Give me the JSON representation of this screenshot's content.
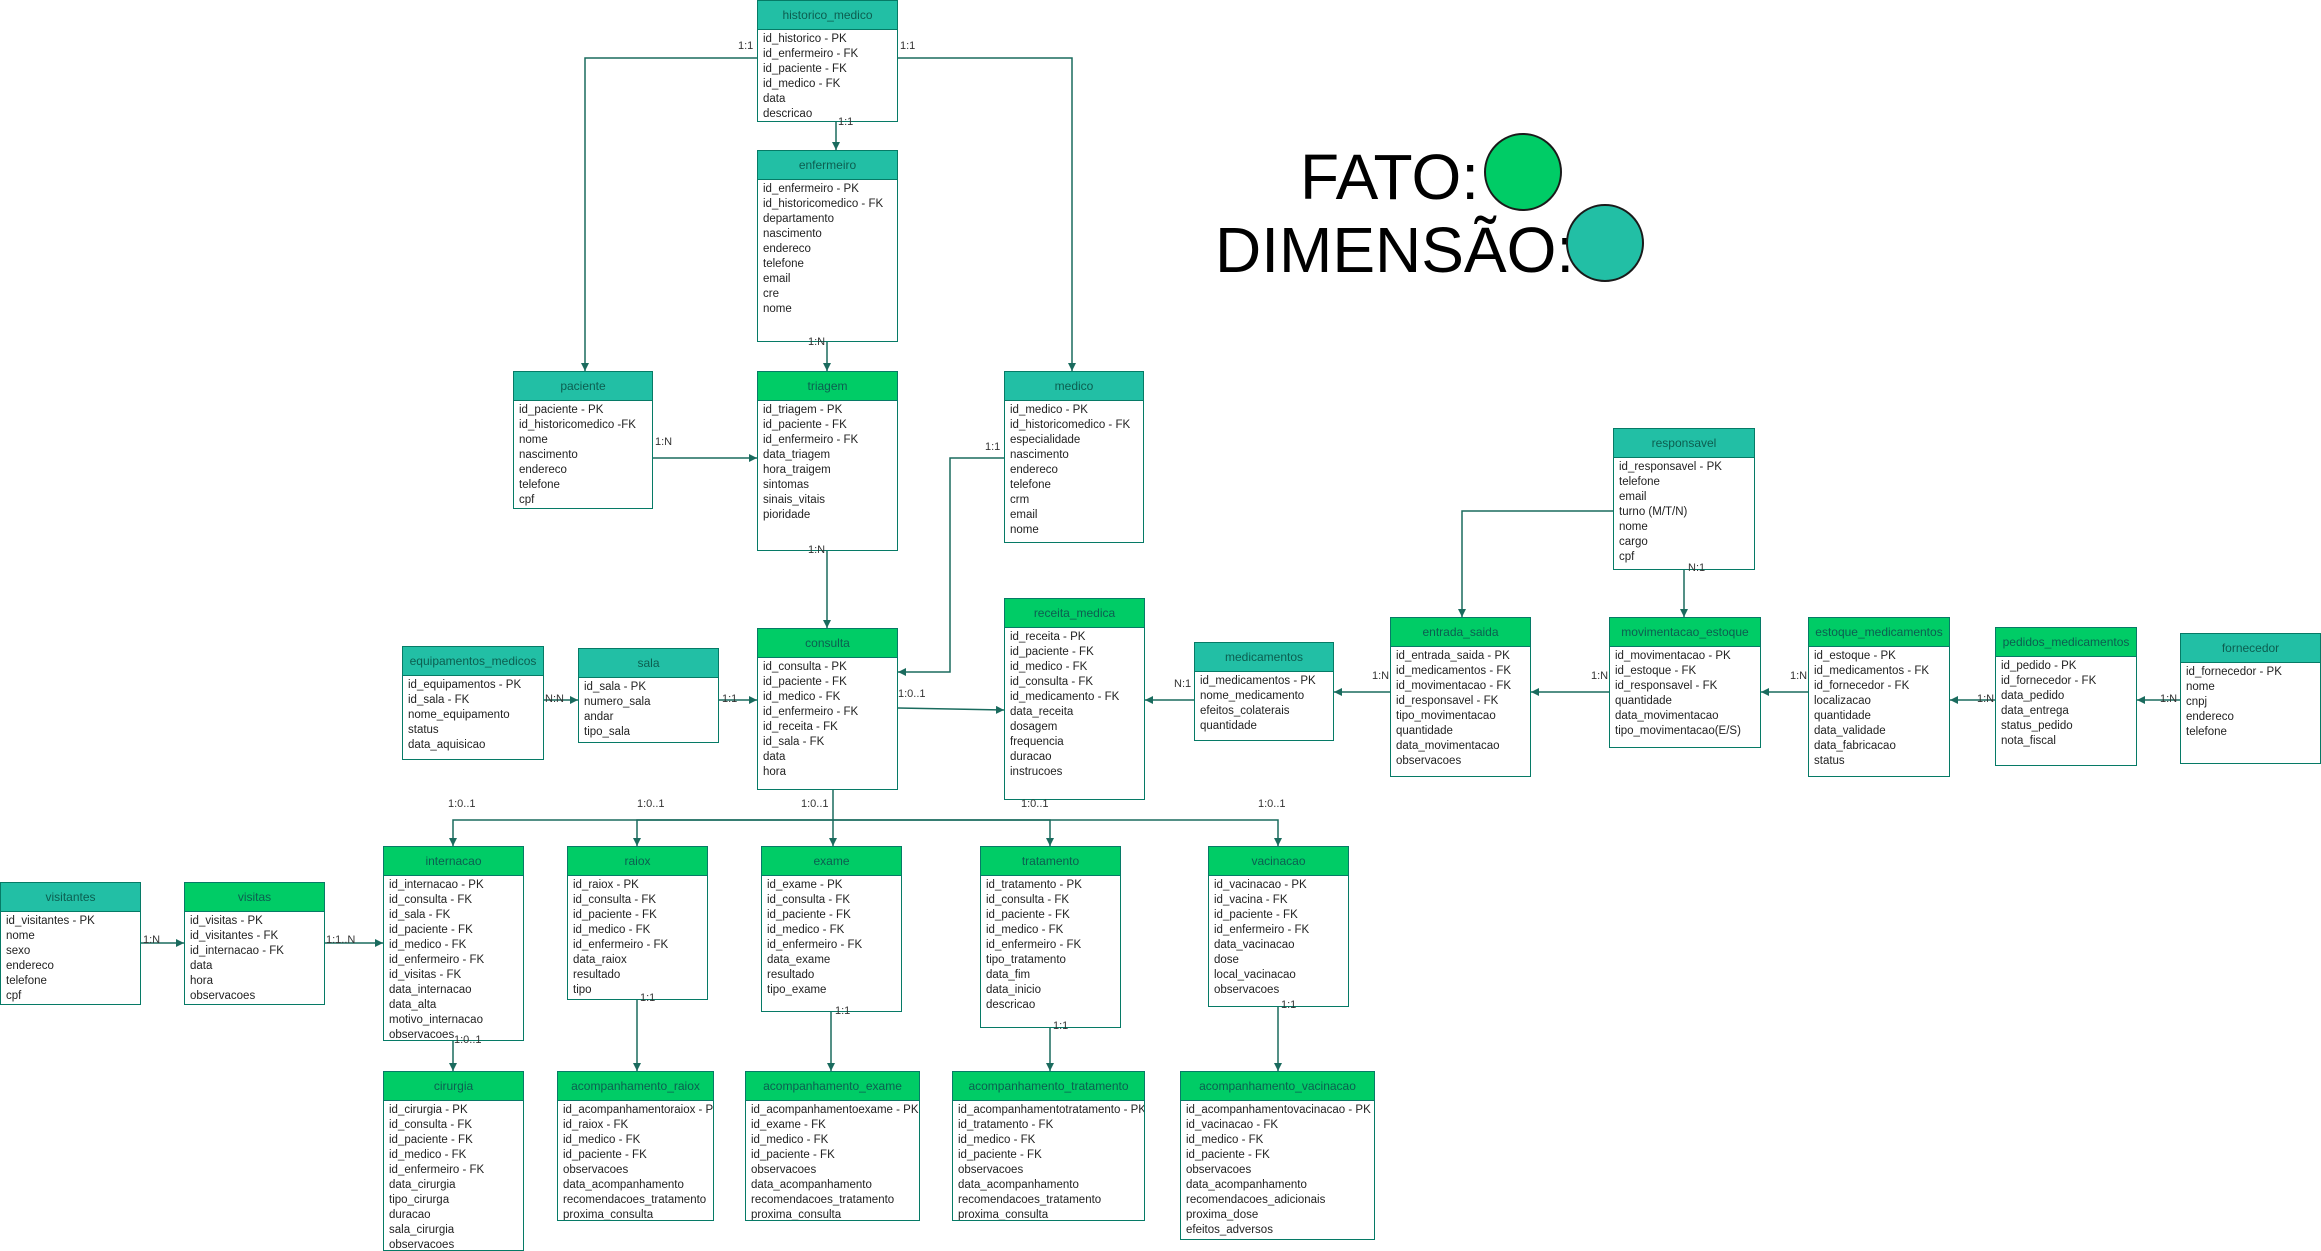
{
  "legend": {
    "fato_label": "FATO:",
    "dimensao_label": "DIMENSÃO:",
    "fato_color": "#00cc66",
    "dimensao_color": "#22bfa5"
  },
  "entities": [
    {
      "key": "historico_medico",
      "kind": "dim",
      "title": "historico_medico",
      "fields": [
        "id_historico - PK",
        "id_enfermeiro - FK",
        "id_paciente - FK",
        "id_medico - FK",
        "data",
        "descricao"
      ]
    },
    {
      "key": "enfermeiro",
      "kind": "dim",
      "title": "enfermeiro",
      "fields": [
        "id_enfermeiro - PK",
        "id_historicomedico - FK",
        "departamento",
        "nascimento",
        "endereco",
        "telefone",
        "email",
        "cre",
        "nome"
      ]
    },
    {
      "key": "paciente",
      "kind": "dim",
      "title": "paciente",
      "fields": [
        "id_paciente - PK",
        "id_historicomedico -FK",
        "nome",
        "nascimento",
        "endereco",
        "telefone",
        "cpf"
      ]
    },
    {
      "key": "triagem",
      "kind": "fato",
      "title": "triagem",
      "fields": [
        "id_triagem - PK",
        "id_paciente - FK",
        "id_enfermeiro - FK",
        "data_triagem",
        "hora_traigem",
        "sintomas",
        "sinais_vitais",
        "pioridade"
      ]
    },
    {
      "key": "medico",
      "kind": "dim",
      "title": "medico",
      "fields": [
        "id_medico - PK",
        "id_historicomedico - FK",
        "especialidade",
        "nascimento",
        "endereco",
        "telefone",
        "crm",
        "email",
        "nome"
      ]
    },
    {
      "key": "responsavel",
      "kind": "dim",
      "title": "responsavel",
      "fields": [
        "id_responsavel - PK",
        "telefone",
        "email",
        "turno (M/T/N)",
        "nome",
        "cargo",
        "cpf"
      ]
    },
    {
      "key": "equipamentos_medicos",
      "kind": "dim",
      "title": "equipamentos_medicos",
      "fields": [
        "id_equipamentos - PK",
        "id_sala - FK",
        "nome_equipamento",
        "status",
        "data_aquisicao"
      ]
    },
    {
      "key": "sala",
      "kind": "dim",
      "title": "sala",
      "fields": [
        "id_sala - PK",
        "numero_sala",
        "andar",
        "tipo_sala"
      ]
    },
    {
      "key": "consulta",
      "kind": "fato",
      "title": "consulta",
      "fields": [
        "id_consulta - PK",
        "id_paciente - FK",
        "id_medico - FK",
        "id_enfermeiro - FK",
        "id_receita - FK",
        "id_sala - FK",
        "data",
        "hora"
      ]
    },
    {
      "key": "receita_medica",
      "kind": "fato",
      "title": "receita_medica",
      "fields": [
        "id_receita - PK",
        "id_paciente - FK",
        "id_medico - FK",
        "id_consulta - FK",
        "id_medicamento - FK",
        "data_receita",
        "dosagem",
        "frequencia",
        "duracao",
        "instrucoes"
      ]
    },
    {
      "key": "medicamentos",
      "kind": "dim",
      "title": "medicamentos",
      "fields": [
        "id_medicamentos - PK",
        "nome_medicamento",
        "efeitos_colaterais",
        "quantidade"
      ]
    },
    {
      "key": "entrada_saida",
      "kind": "fato",
      "title": "entrada_saida",
      "fields": [
        "id_entrada_saida - PK",
        "id_medicamentos - FK",
        "id_movimentacao - FK",
        "id_responsavel - FK",
        "tipo_movimentacao",
        "quantidade",
        "data_movimentacao",
        "observacoes"
      ]
    },
    {
      "key": "movimentacao_estoque",
      "kind": "fato",
      "title": "movimentacao_estoque",
      "fields": [
        "id_movimentacao - PK",
        "id_estoque - FK",
        "id_responsavel - FK",
        "quantidade",
        "data_movimentacao",
        "tipo_movimentacao(E/S)"
      ]
    },
    {
      "key": "estoque_medicamentos",
      "kind": "fato",
      "title": "estoque_medicamentos",
      "fields": [
        "id_estoque - PK",
        "id_medicamentos - FK",
        "id_fornecedor - FK",
        "localizacao",
        "quantidade",
        "data_validade",
        "data_fabricacao",
        "status"
      ]
    },
    {
      "key": "pedidos_medicamentos",
      "kind": "fato",
      "title": "pedidos_medicamentos",
      "fields": [
        "id_pedido - PK",
        "id_fornecedor - FK",
        "data_pedido",
        "data_entrega",
        "status_pedido",
        "nota_fiscal"
      ]
    },
    {
      "key": "fornecedor",
      "kind": "dim",
      "title": "fornecedor",
      "fields": [
        "id_fornecedor - PK",
        "nome",
        "cnpj",
        "endereco",
        "telefone"
      ]
    },
    {
      "key": "visitantes",
      "kind": "dim",
      "title": "visitantes",
      "fields": [
        "id_visitantes - PK",
        "nome",
        "sexo",
        "endereco",
        "telefone",
        "cpf"
      ]
    },
    {
      "key": "visitas",
      "kind": "fato",
      "title": "visitas",
      "fields": [
        "id_visitas - PK",
        "id_visitantes - FK",
        "id_internacao - FK",
        "data",
        "hora",
        "observacoes"
      ]
    },
    {
      "key": "internacao",
      "kind": "fato",
      "title": "internacao",
      "fields": [
        "id_internacao - PK",
        "id_consulta - FK",
        "id_sala - FK",
        "id_paciente - FK",
        "id_medico - FK",
        "id_enfermeiro - FK",
        "id_visitas - FK",
        "data_internacao",
        "data_alta",
        "motivo_internacao",
        "observacoes"
      ]
    },
    {
      "key": "raiox",
      "kind": "fato",
      "title": "raiox",
      "fields": [
        "id_raiox - PK",
        "id_consulta - FK",
        "id_paciente - FK",
        "id_medico - FK",
        "id_enfermeiro - FK",
        "data_raiox",
        "resultado",
        "tipo"
      ]
    },
    {
      "key": "exame",
      "kind": "fato",
      "title": "exame",
      "fields": [
        "id_exame - PK",
        "id_consulta - FK",
        "id_paciente - FK",
        "id_medico - FK",
        "id_enfermeiro - FK",
        "data_exame",
        "resultado",
        "tipo_exame"
      ]
    },
    {
      "key": "tratamento",
      "kind": "fato",
      "title": "tratamento",
      "fields": [
        "id_tratamento - PK",
        "id_consulta - FK",
        "id_paciente - FK",
        "id_medico - FK",
        "id_enfermeiro - FK",
        "tipo_tratamento",
        "data_fim",
        "data_inicio",
        "descricao"
      ]
    },
    {
      "key": "vacinacao",
      "kind": "fato",
      "title": "vacinacao",
      "fields": [
        "id_vacinacao - PK",
        "id_vacina - FK",
        "id_paciente - FK",
        "id_enfermeiro - FK",
        "data_vacinacao",
        "dose",
        "local_vacinacao",
        "observacoes"
      ]
    },
    {
      "key": "cirurgia",
      "kind": "fato",
      "title": "cirurgia",
      "fields": [
        "id_cirurgia - PK",
        "id_consulta - FK",
        "id_paciente - FK",
        "id_medico - FK",
        "id_enfermeiro - FK",
        "data_cirurgia",
        "tipo_cirurga",
        "duracao",
        "sala_cirurgia",
        "observacoes"
      ]
    },
    {
      "key": "acompanhamento_raiox",
      "kind": "fato",
      "title": "acompanhamento_raiox",
      "fields": [
        "id_acompanhamentoraiox - PK",
        "id_raiox - FK",
        "id_medico - FK",
        "id_paciente - FK",
        "observacoes",
        "data_acompanhamento",
        "recomendacoes_tratamento",
        "proxima_consulta"
      ]
    },
    {
      "key": "acompanhamento_exame",
      "kind": "fato",
      "title": "acompanhamento_exame",
      "fields": [
        "id_acompanhamentoexame - PK",
        "id_exame - FK",
        "id_medico - FK",
        "id_paciente - FK",
        "observacoes",
        "data_acompanhamento",
        "recomendacoes_tratamento",
        "proxima_consulta"
      ]
    },
    {
      "key": "acompanhamento_tratamento",
      "kind": "fato",
      "title": "acompanhamento_tratamento",
      "fields": [
        "id_acompanhamentotratamento - PK",
        "id_tratamento - FK",
        "id_medico - FK",
        "id_paciente - FK",
        "observacoes",
        "data_acompanhamento",
        "recomendacoes_tratamento",
        "proxima_consulta"
      ]
    },
    {
      "key": "acompanhamento_vacinacao",
      "kind": "fato",
      "title": "acompanhamento_vacinacao",
      "fields": [
        "id_acompanhamentovacinacao - PK",
        "id_vacinacao - FK",
        "id_medico - FK",
        "id_paciente - FK",
        "observacoes",
        "data_acompanhamento",
        "recomendacoes_adicionais",
        "proxima_dose",
        "efeitos_adversos"
      ]
    }
  ],
  "relationship_labels": [
    "1:1",
    "1:1",
    "1:1",
    "1:N",
    "1:N",
    "1:N",
    "1:1",
    "N:N",
    "1:1",
    "1:0..1",
    "N:1",
    "1:N",
    "1:N",
    "N:1",
    "1:N",
    "1:N",
    "1:N",
    "1:0..1",
    "1:0..1",
    "1:0..1",
    "1:0..1",
    "1:0..1",
    "1:N",
    "1:1..N",
    "1:0..1",
    "1:1",
    "1:1",
    "1:1",
    "1:1"
  ]
}
